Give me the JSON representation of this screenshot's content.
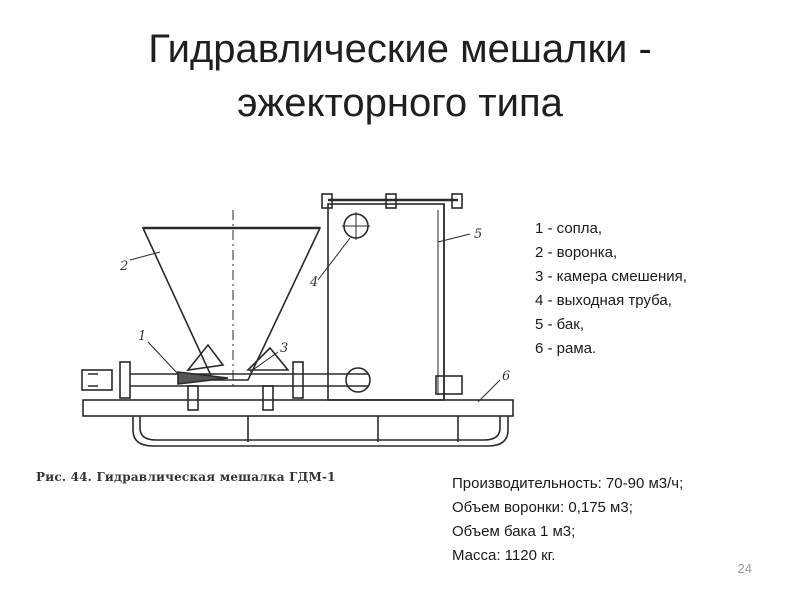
{
  "slide": {
    "title_line1": "Гидравлические мешалки -",
    "title_line2": "эжекторного типа",
    "page_number": "24"
  },
  "figure": {
    "caption": "Рис. 44. Гидравлическая мешалка ГДМ-1",
    "part_labels": [
      "1",
      "2",
      "3",
      "4",
      "5",
      "6"
    ]
  },
  "legend": {
    "items": [
      "1 - сопла,",
      "2 - воронка,",
      "3 - камера смешения,",
      "4 - выходная труба,",
      "5 - бак,",
      "6 - рама."
    ]
  },
  "specs": {
    "items": [
      "Производительность: 70-90 м3/ч;",
      "Объем воронки: 0,175 м3;",
      "Объем бака 1 м3;",
      "Масса: 1120 кг."
    ]
  }
}
